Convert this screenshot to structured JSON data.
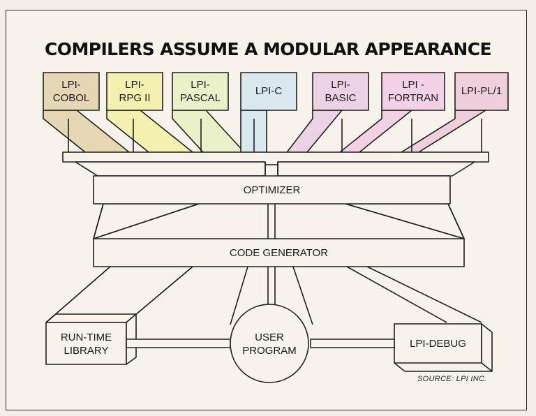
{
  "title": "COMPILERS ASSUME A MODULAR APPEARANCE",
  "colors": {
    "line": "#1f1f1f",
    "cobol": "#e6d7b4",
    "rpg": "#f3f0b0",
    "pascal": "#eaf0c8",
    "c": "#d9e8ee",
    "basic": "#ecd3e3",
    "fortran": "#f1d1e3",
    "pl1": "#efcfdc",
    "box": "#f7f3ea"
  },
  "compilers": [
    {
      "name": "cobol",
      "label": "LPI-\nCOBOL"
    },
    {
      "name": "rpg",
      "label": "LPI-\nRPG II"
    },
    {
      "name": "pascal",
      "label": "LPI-\nPASCAL"
    },
    {
      "name": "c",
      "label": "LPI-C"
    },
    {
      "name": "basic",
      "label": "LPI-\nBASIC"
    },
    {
      "name": "fortran",
      "label": "LPI -\nFORTRAN"
    },
    {
      "name": "pl1",
      "label": "LPI-PL/1"
    }
  ],
  "optimizer": "OPTIMIZER",
  "code_generator": "CODE GENERATOR",
  "runtime_library": "RUN-TIME\nLIBRARY",
  "user_program": "USER\nPROGRAM",
  "lpi_debug": "LPI-DEBUG",
  "source": "SOURCE: LPI INC."
}
